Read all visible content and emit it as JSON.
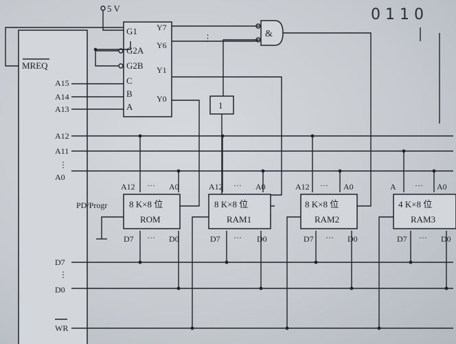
{
  "supply": "5 V",
  "handwritten": "0 1 1 0",
  "cpu": {
    "mreq": "MREQ",
    "addr": [
      "A15",
      "A14",
      "A13",
      "A12",
      "A11",
      "A0"
    ],
    "data": [
      "D7",
      "D0"
    ],
    "wr": "WR"
  },
  "decoder": {
    "enables": [
      "G1",
      "G2A",
      "G2B"
    ],
    "inputs": [
      "C",
      "B",
      "A"
    ],
    "outputs": [
      "Y7",
      "Y6",
      "Y1",
      "Y0"
    ]
  },
  "and_gate": "&",
  "not_gate": "1",
  "pd_label": "PD/Progr",
  "chips": [
    {
      "size": "8 K×8 位",
      "name": "ROM",
      "addr_hi": "A12",
      "addr_lo": "A0",
      "data_hi": "D7",
      "data_lo": "D0"
    },
    {
      "size": "8 K×8 位",
      "name": "RAM1",
      "addr_hi": "A12",
      "addr_lo": "A0",
      "data_hi": "D7",
      "data_lo": "D0"
    },
    {
      "size": "8 K×8 位",
      "name": "RAM2",
      "addr_hi": "A12",
      "addr_lo": "A0",
      "data_hi": "D7",
      "data_lo": "D0"
    },
    {
      "size": "4 K×8 位",
      "name": "RAM3",
      "addr_hi": "A",
      "addr_lo": "A0",
      "data_hi": "D7",
      "data_lo": "D0"
    }
  ]
}
